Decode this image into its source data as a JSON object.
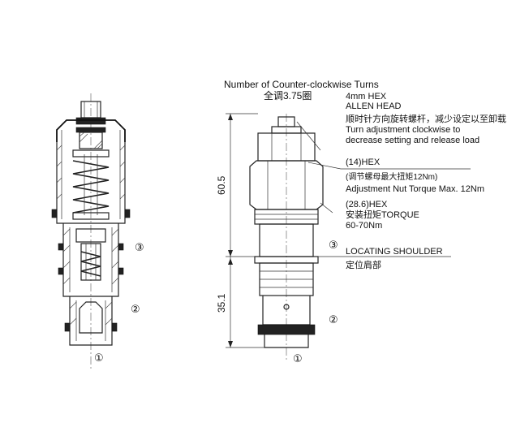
{
  "turns_heading": "Number of Counter-clockwise Turns",
  "turns_heading_cn": "全调3.75圈",
  "allen_size": "4mm HEX",
  "allen_head": "ALLEN HEAD",
  "adjust_note_cn": "顺时针方向旋转螺杆，减少设定以至卸载",
  "adjust_note_line1": "Turn adjustment clockwise to",
  "adjust_note_line2": "decrease setting and release load",
  "nut_hex": "(14)HEX",
  "nut_torque_cn": "(调节螺母最大扭矩12Nm)",
  "nut_torque": "Adjustment Nut Torque Max. 12Nm",
  "body_hex": "(28.6)HEX",
  "body_torque_cn": "安装扭矩TORQUE",
  "body_torque": "60-70Nm",
  "shoulder": "LOCATING SHOULDER",
  "shoulder_cn": "定位肩部",
  "dim_upper": "60.5",
  "dim_lower": "35.1",
  "port_1": "①",
  "port_2": "②",
  "port_3": "③"
}
